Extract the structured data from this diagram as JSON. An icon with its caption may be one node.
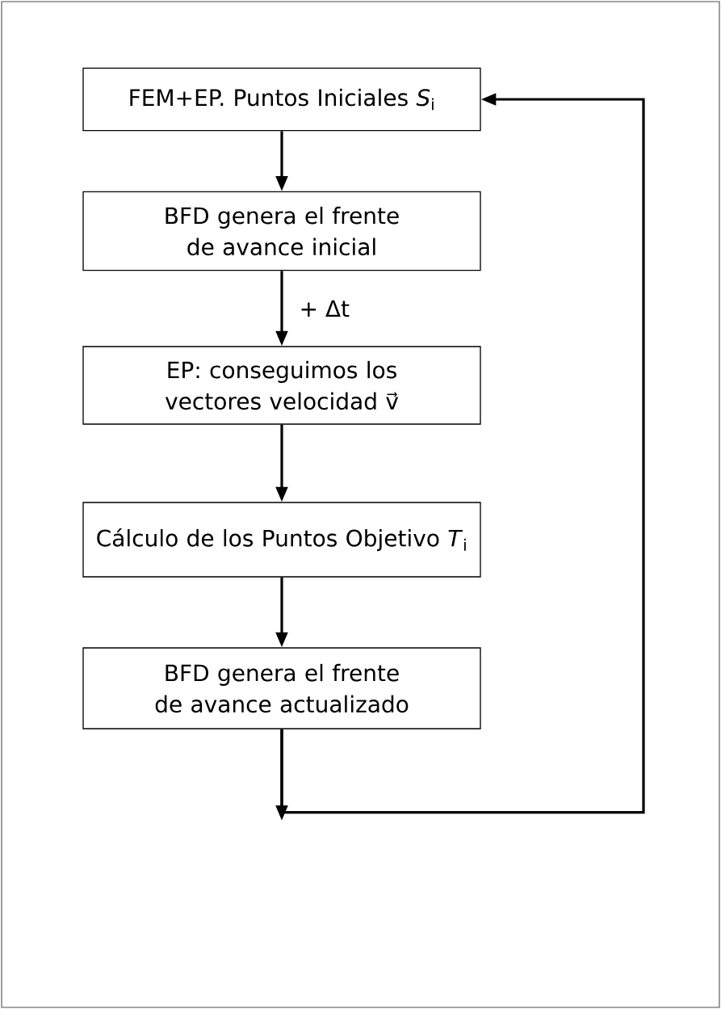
{
  "diagram": {
    "nodes": [
      {
        "text": [
          "FEM+EP. Puntos Iniciales *S*$_{i}$"
        ]
      },
      {
        "text": [
          "BFD genera el frente de avance inicial"
        ]
      },
      {
        "text": [
          "EP: conseguimos los vectores velocidad v⃗"
        ]
      },
      {
        "text": [
          "Cálculo de los Puntos Objetivo *T*$_{i}$"
        ]
      },
      {
        "text": [
          "BFD genera el frente de avance actualizado"
        ]
      }
    ],
    "edges": [
      {
        "from": 0,
        "to": 1,
        "arrow": "to"
      },
      {
        "from": 1,
        "to": 2,
        "arrow": "to",
        "label": "+ Δt"
      },
      {
        "from": 2,
        "to": 3,
        "arrow": "to"
      },
      {
        "from": 3,
        "to": 4,
        "arrow": "to"
      },
      {
        "from": 4,
        "to": null,
        "arrow": "to"
      },
      {
        "from": 4,
        "to": 0,
        "arrow": "to"
      }
    ]
  }
}
